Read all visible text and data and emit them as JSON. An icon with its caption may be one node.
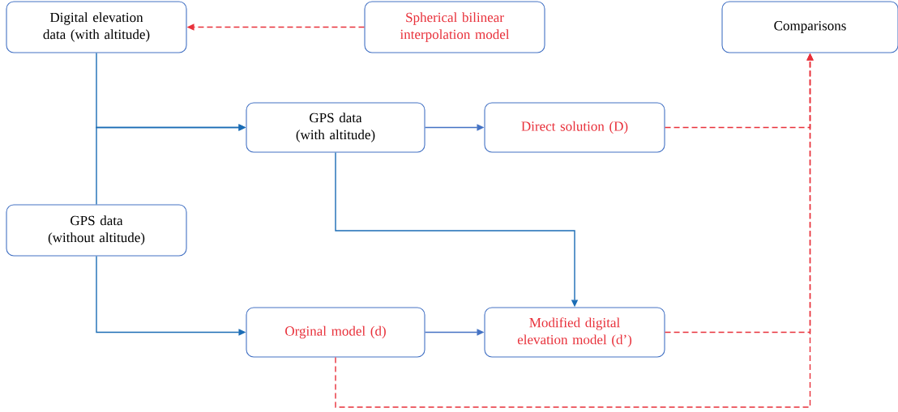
{
  "diagram": {
    "nodes": [
      {
        "text": [
          "Digital elevation data (with altitude)"
        ]
      },
      {
        "text": [
          "Spherical bilinear interpolation model"
        ]
      },
      {
        "text": [
          "Comparisons"
        ]
      },
      {
        "text": [
          "GPS data (with altitude)"
        ]
      },
      {
        "text": [
          "Direct solution (D)"
        ]
      },
      {
        "text": [
          "GPS data (without altitude)"
        ]
      },
      {
        "text": [
          "Orginal model (d)"
        ]
      },
      {
        "text": [
          "Modified digital elevation model (d’)"
        ]
      }
    ],
    "edges": [
      {
        "from": 1,
        "to": 0,
        "arrow": "to",
        "style": "dashed",
        "color": "#e8303a"
      },
      {
        "from": 0,
        "to": 3,
        "arrow": "to",
        "color": "#1a6cb5"
      },
      {
        "from": 5,
        "to": 3,
        "arrow": "to",
        "color": "#1a6cb5"
      },
      {
        "from": 3,
        "to": 4,
        "arrow": "to",
        "color": "#4472c4"
      },
      {
        "from": 5,
        "to": 6,
        "arrow": "to",
        "color": "#1a6cb5"
      },
      {
        "from": 3,
        "to": 7,
        "arrow": "to",
        "color": "#1a6cb5"
      },
      {
        "from": 6,
        "to": 7,
        "arrow": "to",
        "color": "#4472c4"
      },
      {
        "from": 4,
        "to": 2,
        "arrow": "to",
        "style": "dashed",
        "color": "#e8303a"
      },
      {
        "from": 7,
        "to": 2,
        "arrow": "to",
        "style": "dashed",
        "color": "#e8303a"
      },
      {
        "from": 6,
        "to": 2,
        "arrow": "to",
        "style": "dashed",
        "color": "#e8303a"
      }
    ]
  }
}
